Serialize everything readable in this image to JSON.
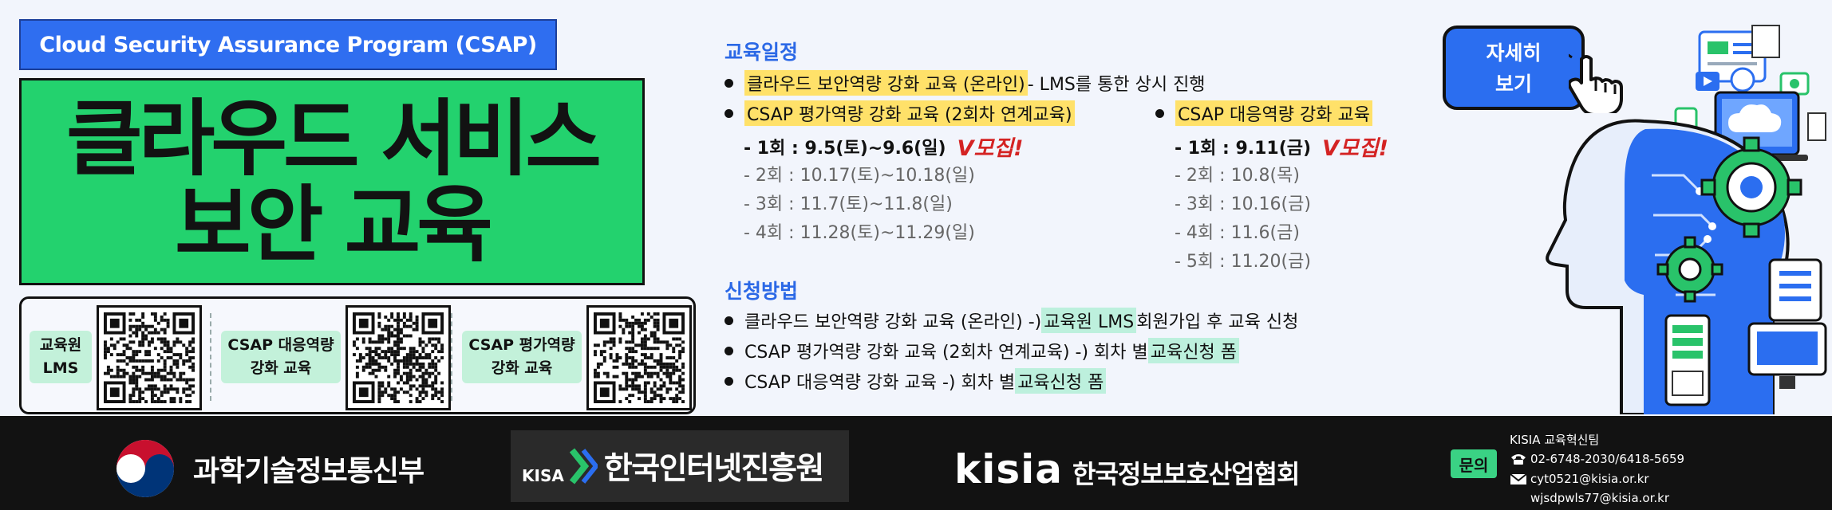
{
  "program_label": "Cloud Security Assurance Program (CSAP)",
  "title": {
    "line1": "클라우드 서비스",
    "line2": "보안 교육"
  },
  "qr_codes": [
    {
      "label": "교육원\nLMS",
      "icon": "qr-code-icon"
    },
    {
      "label": "CSAP 대응역량\n강화 교육",
      "icon": "qr-code-icon"
    },
    {
      "label": "CSAP 평가역량\n강화 교육",
      "icon": "qr-code-icon"
    }
  ],
  "schedule": {
    "heading": "교육일정",
    "online_course": "클라우드 보안역량 강화 교육 (온라인)",
    "online_note": " - LMS를 통한 상시 진행",
    "eval_course": "CSAP 평가역량 강화 교육 (2회차 연계교육)",
    "eval_rounds": {
      "first": "- 1회 : 9.5(토)~9.6(일)",
      "rest": [
        "- 2회 : 10.17(토)~10.18(일)",
        "- 3회 : 11.7(토)~11.8(일)",
        "- 4회 : 11.28(토)~11.29(일)"
      ]
    },
    "response_course": "CSAP 대응역량 강화 교육",
    "response_rounds": {
      "first": "- 1회 : 9.11(금)",
      "rest": [
        "- 2회 : 10.8(목)",
        "- 3회 : 10.16(금)",
        "- 4회 : 11.6(금)",
        "- 5회 : 11.20(금)"
      ]
    },
    "recruit_tag": "V모집!"
  },
  "apply": {
    "heading": "신청방법",
    "items": [
      {
        "pre": "클라우드 보안역량 강화 교육 (온라인) -) ",
        "highlight": "교육원 LMS",
        "post": " 회원가입 후 교육 신청"
      },
      {
        "pre": "CSAP 평가역량 강화 교육 (2회차 연계교육) -) 회차 별 ",
        "highlight": "교육신청 폼",
        "post": ""
      },
      {
        "pre": "CSAP 대응역량 강화 교육 -) 회차 별 ",
        "highlight": "교육신청 폼",
        "post": ""
      }
    ]
  },
  "detail_button": {
    "label": "자세히\n보기",
    "icon": "pointer-hand-icon"
  },
  "footer": {
    "ministry": "과학기술정보통신부",
    "kisa_small": "KISA",
    "kisa_name": "한국인터넷진흥원",
    "kisia_logo": "kisia",
    "kisia_name": "한국정보보호산업협회",
    "inquiry_label": "문의",
    "team": "KISIA 교육혁신팀",
    "phone": "02-6748-2030/6418-5659",
    "email1": "cyt0521@kisia.or.kr",
    "email2": "wjsdpwls77@kisia.or.kr"
  },
  "colors": {
    "accent_blue": "#2b6ef0",
    "title_green": "#23d26e",
    "highlight_yellow": "#ffe169",
    "highlight_mint": "#bdf0dd",
    "recruit_red": "#d42323",
    "footer_bg": "#121212"
  }
}
